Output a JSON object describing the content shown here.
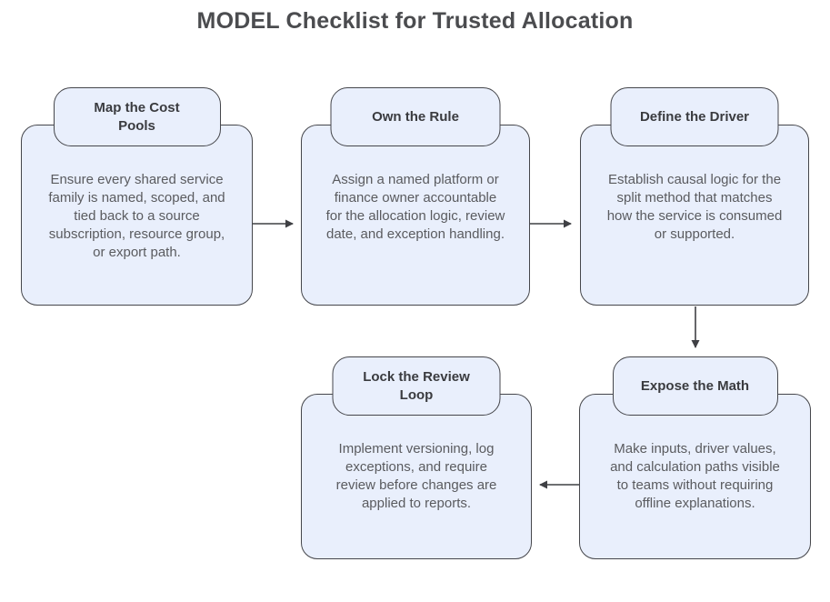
{
  "title": "MODEL Checklist for Trusted Allocation",
  "colors": {
    "background": "#FFFFFF",
    "box_fill": "#E9EFFC",
    "box_border": "#45464B",
    "header_text": "#3A3B3F",
    "body_text": "#5A5B5F",
    "title_text": "#4B4C4F",
    "arrow": "#3F4044"
  },
  "nodes": [
    {
      "id": "map-the-cost-pools",
      "label": "Map the Cost\nPools",
      "description": "Ensure every shared service family is named, scoped, and tied back to a source subscription, resource group, or export path."
    },
    {
      "id": "own-the-rule",
      "label": "Own the Rule",
      "description": "Assign a named platform or finance owner accountable for the allocation logic, review date, and exception handling."
    },
    {
      "id": "define-the-driver",
      "label": "Define the Driver",
      "description": "Establish causal logic for the split method that matches how the service is consumed or supported."
    },
    {
      "id": "expose-the-math",
      "label": "Expose the Math",
      "description": "Make inputs, driver values, and calculation paths visible to teams without requiring offline explanations."
    },
    {
      "id": "lock-the-review-loop",
      "label": "Lock the Review\nLoop",
      "description": "Implement versioning, log exceptions, and require review before changes are applied to reports."
    }
  ],
  "connections": [
    {
      "from": "map-the-cost-pools",
      "to": "own-the-rule",
      "direction": "right"
    },
    {
      "from": "own-the-rule",
      "to": "define-the-driver",
      "direction": "right"
    },
    {
      "from": "define-the-driver",
      "to": "expose-the-math",
      "direction": "down"
    },
    {
      "from": "expose-the-math",
      "to": "lock-the-review-loop",
      "direction": "left"
    }
  ]
}
